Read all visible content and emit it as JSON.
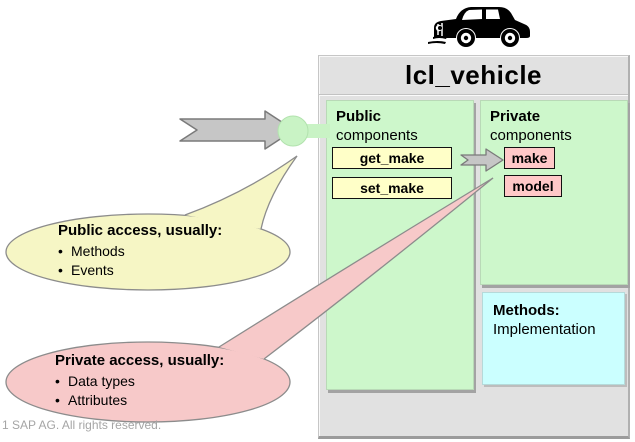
{
  "slide": {
    "footer": "1 SAP AG. All rights reserved."
  },
  "class_box": {
    "title": "lcl_vehicle",
    "public": {
      "heading": "Public",
      "subheading": "components",
      "methods": [
        "get_make",
        "set_make"
      ]
    },
    "private": {
      "heading": "Private",
      "subheading": "components",
      "attributes": [
        "make",
        "model"
      ]
    },
    "implementation": {
      "heading": "Methods:",
      "body": "Implementation"
    }
  },
  "callouts": {
    "bullet": "•",
    "public_access": {
      "heading": "Public access, usually:",
      "items": [
        "Methods",
        "Events"
      ]
    },
    "private_access": {
      "heading": "Private access, usually:",
      "items": [
        "Data types",
        "Attributes"
      ]
    }
  },
  "colors": {
    "box_gray": "#e1e1e1",
    "section_green": "#cdf7cb",
    "method_yellow": "#ffffc8",
    "attribute_pink": "#ffc8c8",
    "implementation_cyan": "#cbffff",
    "callout_yellow": "#f6f6c5",
    "callout_pink": "#f7c9c9",
    "arrow_gray": "#c6c6c6"
  }
}
